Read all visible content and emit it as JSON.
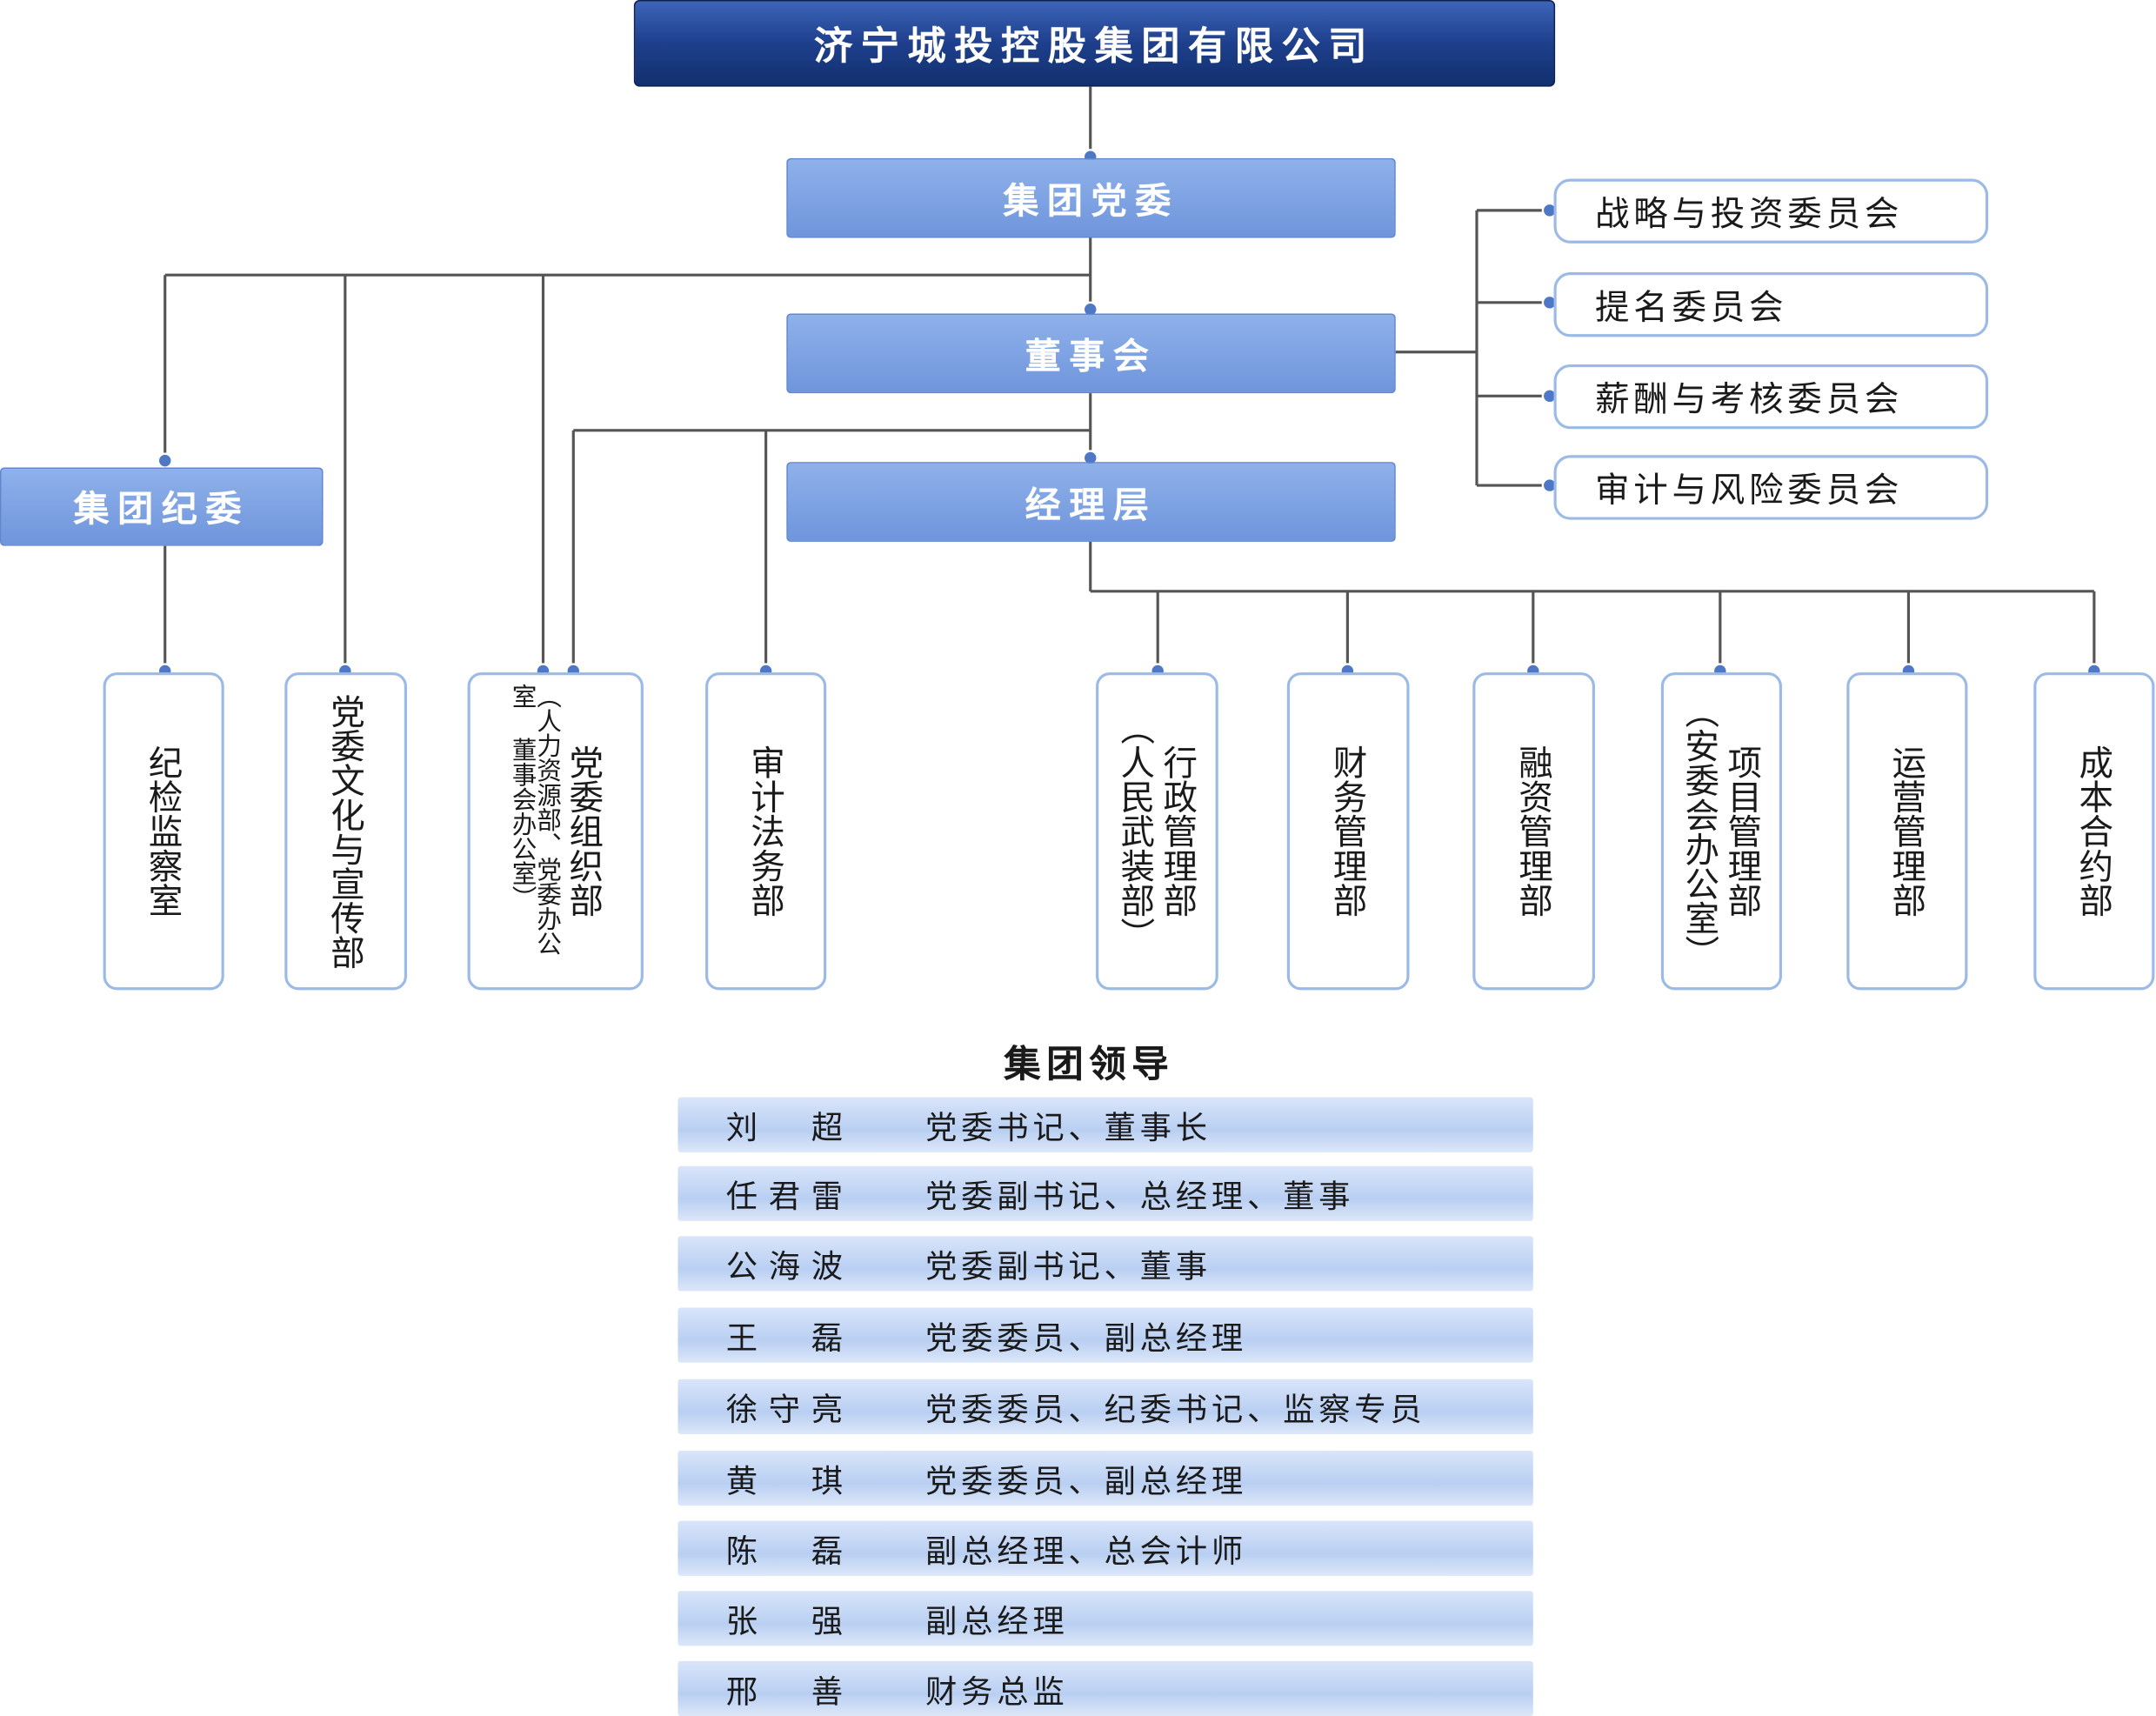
{
  "company": {
    "name": "济宁城投控股集团有限公司"
  },
  "tier": {
    "party_committee": "集团党委",
    "board": "董事会",
    "management": "经理层",
    "discipline": "集团纪委"
  },
  "committees": [
    "战略与投资委员会",
    "提名委员会",
    "薪酬与考核委员会",
    "审计与风险委员会"
  ],
  "departments": [
    {
      "main": "纪检监察室",
      "sub": ""
    },
    {
      "main": "党委文化与宣传部",
      "sub": ""
    },
    {
      "main": "党委组织部",
      "sub": "（人力资源部、党委办公室 董事会办公室）"
    },
    {
      "main": "审计法务部",
      "sub": ""
    },
    {
      "main": "行政管理部",
      "sub": "（人民武装部）"
    },
    {
      "main": "财务管理部",
      "sub": ""
    },
    {
      "main": "融资管理部",
      "sub": ""
    },
    {
      "main": "项目管理部",
      "sub": "（安委会办公室）"
    },
    {
      "main": "运营管理部",
      "sub": ""
    },
    {
      "main": "成本合约部",
      "sub": ""
    }
  ],
  "leaders": {
    "title": "集团领导",
    "rows": [
      {
        "name": "刘　超",
        "role": "党委书记、董事长"
      },
      {
        "name": "任君雷",
        "role": "党委副书记、总经理、董事"
      },
      {
        "name": "公海波",
        "role": "党委副书记、董事"
      },
      {
        "name": "王　磊",
        "role": "党委委员、副总经理"
      },
      {
        "name": "徐守亮",
        "role": "党委委员、纪委书记、监察专员"
      },
      {
        "name": "黄　琪",
        "role": "党委委员、副总经理"
      },
      {
        "name": "陈　磊",
        "role": "副总经理、总会计师"
      },
      {
        "name": "张　强",
        "role": "副总经理"
      },
      {
        "name": "邢　善",
        "role": "财务总监"
      }
    ]
  }
}
